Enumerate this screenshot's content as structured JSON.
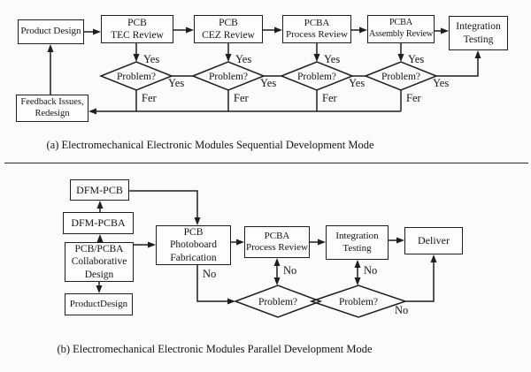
{
  "labels": {
    "yes": "Yes",
    "no": "No",
    "fer": "Fer",
    "problem": "Problem?"
  },
  "diagram_a": {
    "caption": "(a)  Electromechanical Electronic Modules Sequential Development Mode",
    "nodes": {
      "product_design": "Product Design",
      "pcb_tec": "PCB\nTEC Review",
      "pcb_cez": "PCB\nCEZ Review",
      "pcba_process": "PCBA\nProcess Review",
      "pcba_assembly": "PCBA\nAssembly Review",
      "integration": "Integration\nTesting",
      "feedback": "Feedback Issues,\nRedesign"
    }
  },
  "diagram_b": {
    "caption": "(b)  Electromechanical Electronic Modules Parallel Development Mode",
    "nodes": {
      "dfm_pcb": "DFM-PCB",
      "dfm_pcba": "DFM-PCBA",
      "collaborative": "PCB/PCBA\nCollaborative\nDesign",
      "product_design": "ProductDesign",
      "photoboard": "PCB\nPhotoboard\nFabrication",
      "pcba_process": "PCBA\nProcess Review",
      "integration": "Integration\nTesting",
      "deliver": "Deliver"
    }
  },
  "colors": {
    "line": "#1e1e1e",
    "text": "#151515",
    "boxfill": "#fdfdfd",
    "bg": "#fbfbfb"
  }
}
